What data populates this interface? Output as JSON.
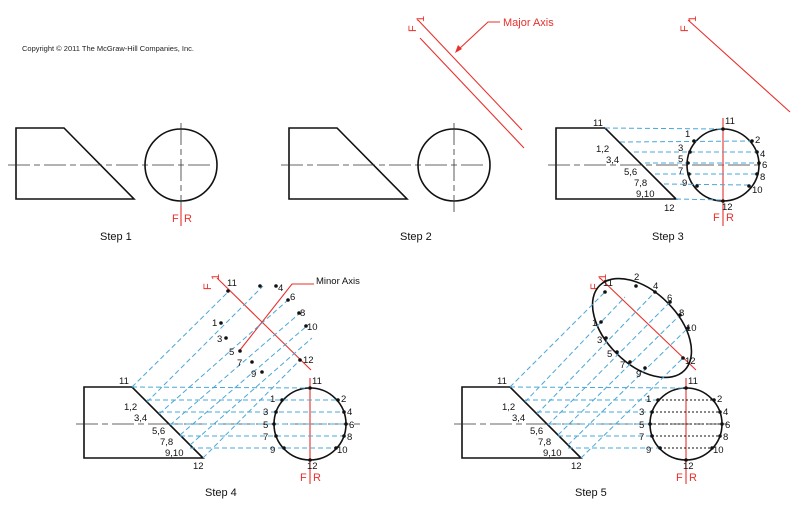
{
  "copyright": "Copyright © 2011 The McGraw-Hill Companies, Inc.",
  "steps": [
    "Step 1",
    "Step 2",
    "Step 3",
    "Step 4",
    "Step 5"
  ],
  "annotations": {
    "major_axis": "Major Axis",
    "minor_axis": "Minor Axis"
  },
  "fold_labels": {
    "f": "F",
    "r": "R",
    "one": "1"
  },
  "point_labels": {
    "p11": "11",
    "p12": "12",
    "p1": "1",
    "p2": "2",
    "p3": "3",
    "p4": "4",
    "p5": "5",
    "p6": "6",
    "p7": "7",
    "p8": "8",
    "p9": "9",
    "p10": "10",
    "p12pair": "1,2",
    "p34pair": "3,4",
    "p56pair": "5,6",
    "p78pair": "7,8",
    "p910pair": "9,10"
  },
  "colors": {
    "construction": "#4aa7d8",
    "fold_line": "#e8302c",
    "object": "#111111"
  }
}
